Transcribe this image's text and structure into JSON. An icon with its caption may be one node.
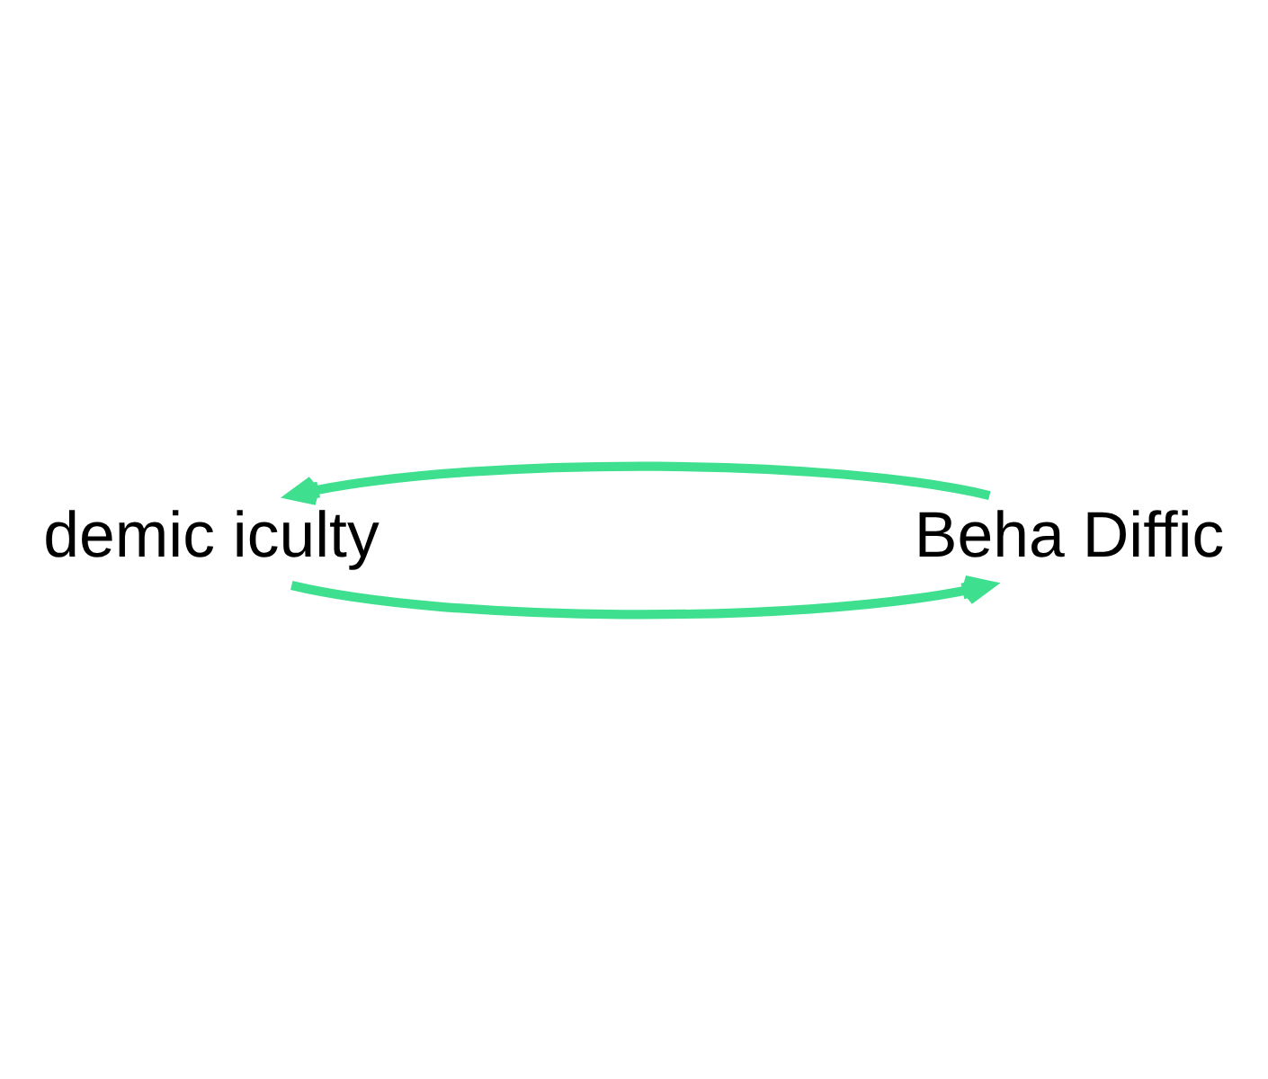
{
  "diagram": {
    "nodes": [
      {
        "text": [
          "demic iculty"
        ]
      },
      {
        "text": [
          "Beha Diffic"
        ]
      }
    ],
    "edges": [
      {
        "from": 0,
        "to": 1,
        "arrow": "to",
        "color": "#3ee08f"
      },
      {
        "from": 1,
        "to": 0,
        "arrow": "to",
        "color": "#3ee08f"
      }
    ]
  }
}
